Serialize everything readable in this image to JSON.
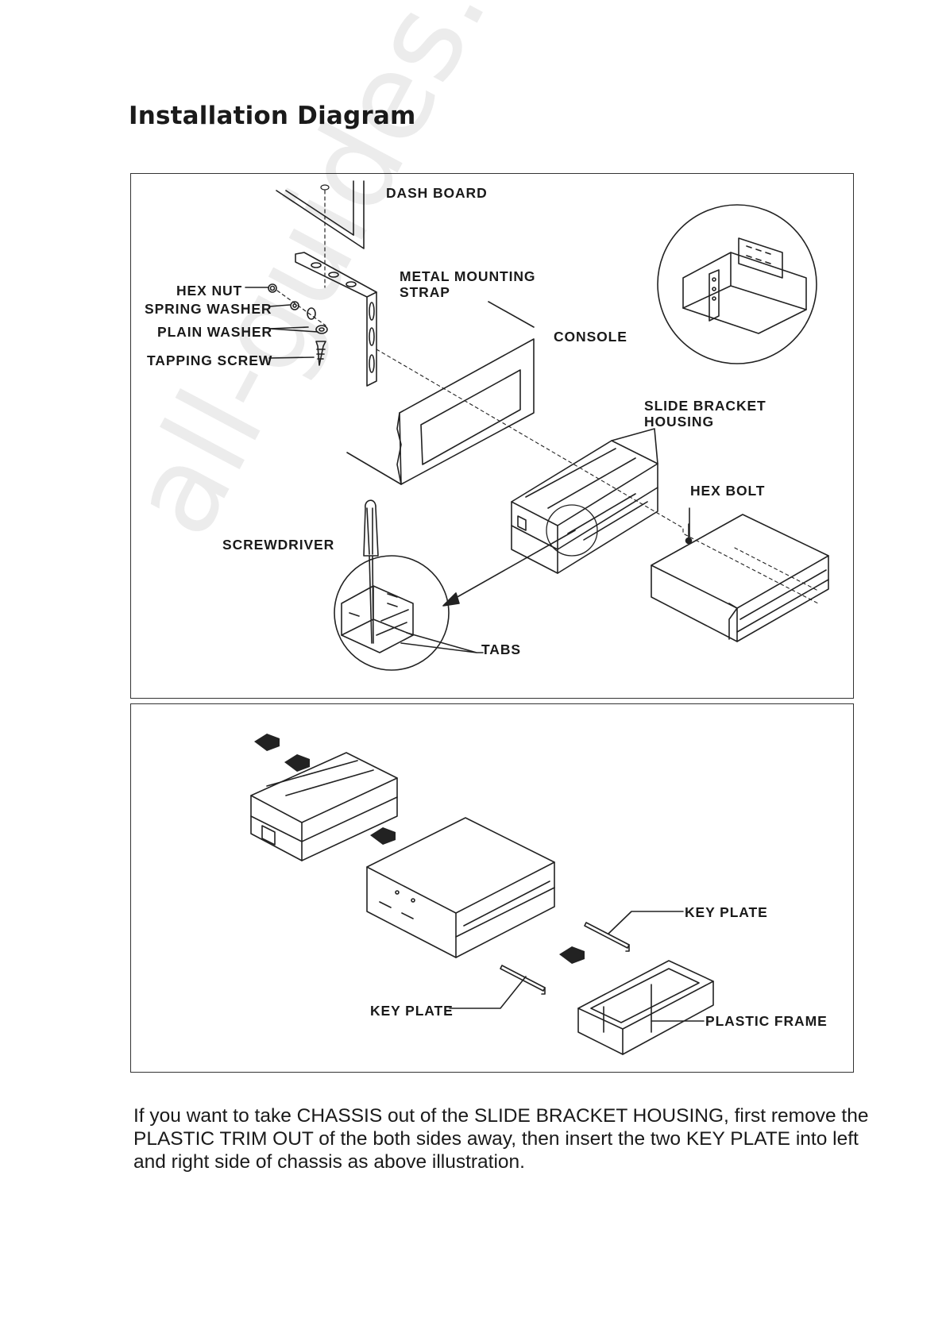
{
  "page": {
    "title": "Installation Diagram",
    "watermark": "all-guides.com"
  },
  "diagram_top": {
    "labels": {
      "dash_board": "DASH BOARD",
      "metal_mounting_strap": "METAL MOUNTING\nSTRAP",
      "hex_nut": "HEX NUT",
      "spring_washer": "SPRING WASHER",
      "plain_washer": "PLAIN WASHER",
      "tapping_screw": "TAPPING SCREW",
      "console": "CONSOLE",
      "slide_bracket_housing": "SLIDE BRACKET\nHOUSING",
      "hex_bolt": "HEX BOLT",
      "screwdriver": "SCREWDRIVER",
      "tabs": "TABS"
    }
  },
  "diagram_bottom": {
    "labels": {
      "key_plate_right": "KEY PLATE",
      "key_plate_left": "KEY PLATE",
      "plastic_frame": "PLASTIC FRAME"
    }
  },
  "instructions": "If you want to take CHASSIS out of the SLIDE BRACKET HOUSING, first remove the PLASTIC TRIM OUT of the both sides away, then insert the two KEY PLATE into left and right side of chassis as above illustration."
}
